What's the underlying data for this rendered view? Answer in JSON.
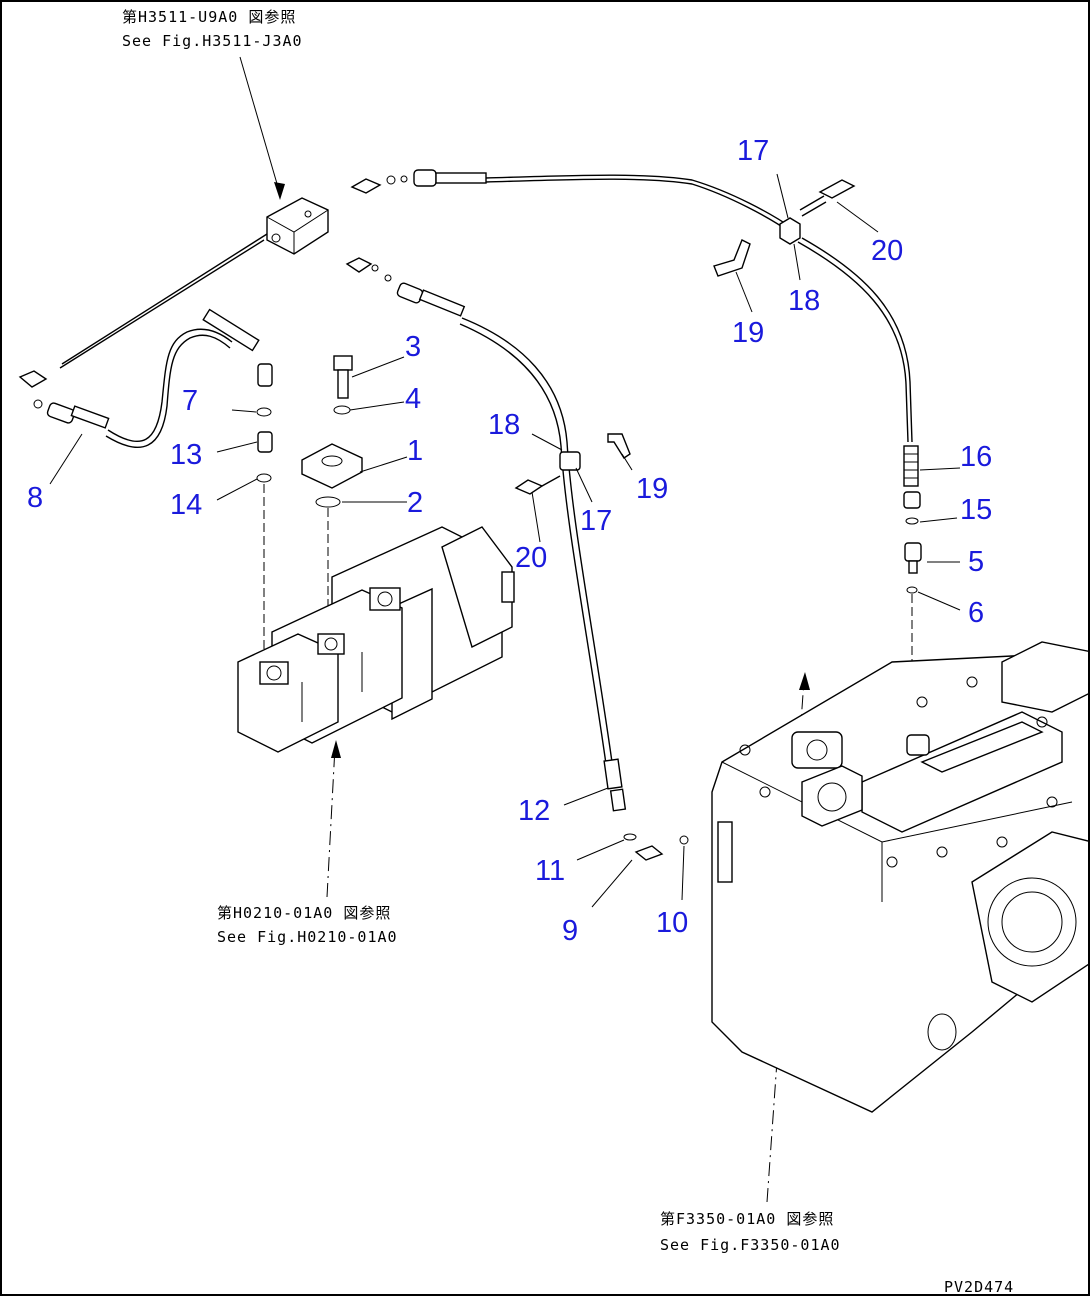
{
  "references": {
    "top": {
      "line1": "第H3511-U9A0 図参照",
      "line2": "See Fig.H3511-J3A0"
    },
    "pump": {
      "line1": "第H0210-01A0 図参照",
      "line2": "See Fig.H0210-01A0"
    },
    "case": {
      "line1": "第F3350-01A0 図参照",
      "line2": "See Fig.F3350-01A0"
    }
  },
  "drawing_id": "PV2D474",
  "callouts": [
    "1",
    "2",
    "3",
    "4",
    "5",
    "6",
    "7",
    "8",
    "9",
    "10",
    "11",
    "12",
    "13",
    "14",
    "15",
    "16",
    "17",
    "17",
    "18",
    "18",
    "19",
    "19",
    "20",
    "20"
  ],
  "colors": {
    "callout": "#1a1adc",
    "line": "#000000",
    "background": "#ffffff"
  }
}
